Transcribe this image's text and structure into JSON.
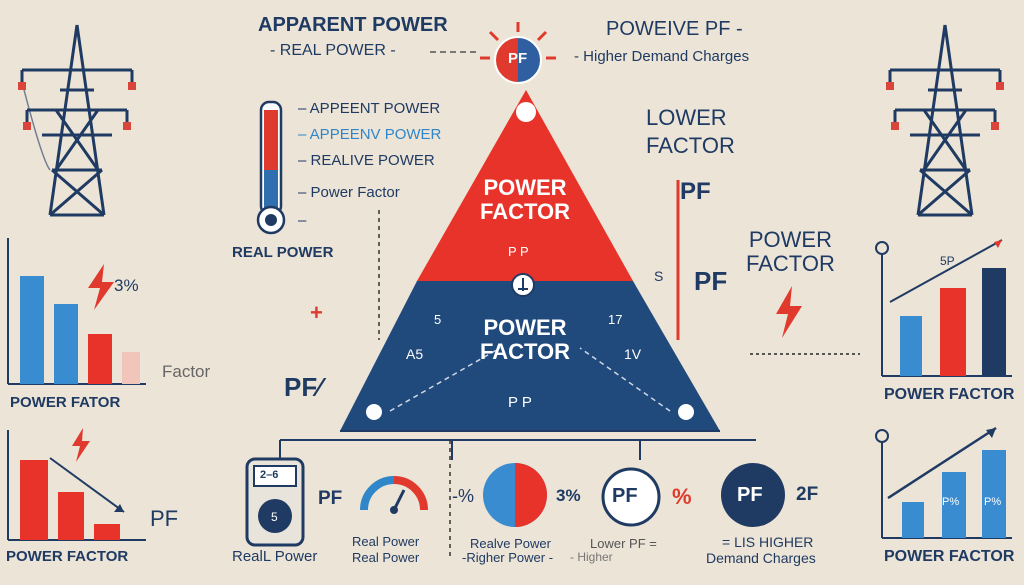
{
  "header": {
    "apparent_power": "APPARENT POWER",
    "real_power": "- REAL POWER -",
    "pf_badge": "PF",
    "poweive_pf": "POWEIVE PF  -",
    "higher_demand": "- Higher Demand Charges"
  },
  "legend": {
    "items": [
      "– APPEENT POWER",
      "– APPEENV POWER",
      "– REALIVE POWER",
      "– Power Factor",
      "–"
    ],
    "thermo_label": "REAL POWER"
  },
  "pyramid": {
    "top_text": "POWER\nFACTOR",
    "top_sub": "P P",
    "bottom_text": "POWER\nFACTOR",
    "bottom_sub": "P P",
    "left_mark": "A5",
    "right_mark": "1V",
    "left_small": "5",
    "right_small": "17"
  },
  "right_side": {
    "lower_factor": "LOWER\nFACTOR",
    "pf1": "PF",
    "pf2": "PF",
    "s_mark": "S",
    "power_factor": "POWER\nFACTOR"
  },
  "left_side": {
    "pct": "3%",
    "factor": "Factor",
    "pf": "PF⁄",
    "power_fator": "POWER FATOR",
    "pf_lower": "PF",
    "power_factor": "POWER FACTOR"
  },
  "right_charts": {
    "top_label": "POWER FACTOR",
    "top_annot": "5P",
    "bottom_label": "POWER FACTOR",
    "bottom_bar1": "P%",
    "bottom_bar2": "P%"
  },
  "bottom_row": {
    "meter_value": "2–6",
    "meter_small": "5",
    "real_power": "RealL Power",
    "pf1": "PF",
    "gauge_label_1": "Real Power",
    "gauge_label_2": "Real Power",
    "pct1": "-%",
    "realve_label": "Realve Power",
    "righer_power": "-Righer Power -",
    "pct2": "3%",
    "pf_circle": "PF",
    "pct_red": "%",
    "lower_pf": "Lower  PF  =",
    "higher_small": "- Higher",
    "pf_dark": "PF",
    "pf_trailing": "2F",
    "higher": "= LIS HIGHER",
    "demand": "Demand Charges"
  }
}
